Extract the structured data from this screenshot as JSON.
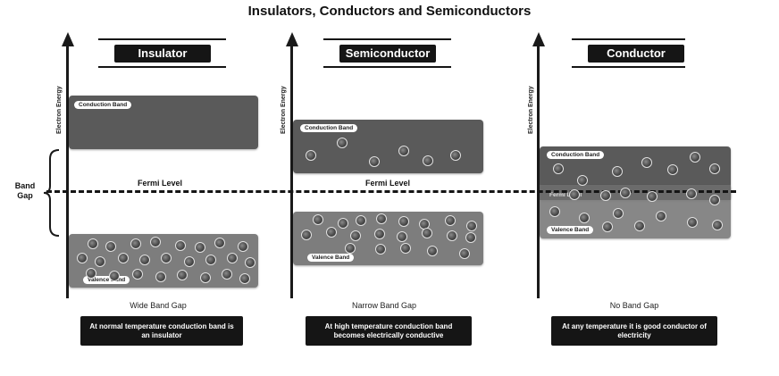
{
  "title": "Insulators, Conductors and Semiconductors",
  "axis_label": "Electron Energy",
  "fermi_label": "Fermi Level",
  "band_gap_label": [
    "Band",
    "Gap"
  ],
  "colors": {
    "band_dark": "#5a5a5a",
    "band_mid": "#7d7d7d",
    "label_bg": "#151515"
  },
  "panels": [
    {
      "label": "Insulator",
      "conduction_label": "Conduction Band",
      "valence_label": "Valence Band",
      "gap_caption": "Wide Band Gap",
      "note": "At normal temperature conduction band is an insulator"
    },
    {
      "label": "Semiconductor",
      "conduction_label": "Conduction Band",
      "valence_label": "Valence Band",
      "gap_caption": "Narrow Band Gap",
      "note": "At high temperature conduction band becomes electrically conductive"
    },
    {
      "label": "Conductor",
      "conduction_label": "Conduction Band",
      "valence_label": "Valence Band",
      "overlap_label": "Fermi Level",
      "gap_caption": "No Band Gap",
      "note": "At any temperature it is good conductor of electricity"
    }
  ]
}
